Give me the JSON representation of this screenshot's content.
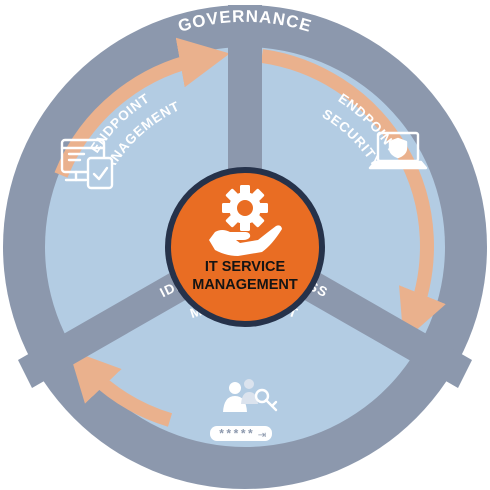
{
  "diagram": {
    "outer_label": "GOVERNANCE",
    "center": {
      "line1": "IT SERVICE",
      "line2": "MANAGEMENT",
      "icon": "gear-hand-icon"
    },
    "segments": [
      {
        "line1": "ENDPOINT",
        "line2": "MANAGEMENT",
        "icon": "devices-icon"
      },
      {
        "line1": "ENDPOINT",
        "line2": "SECURITY",
        "icon": "laptop-shield-icon"
      },
      {
        "line1": "IDENTITY AND ACCESS",
        "line2": "MANAGEMENT",
        "icon": "users-key-password-icon"
      }
    ],
    "password_field": "*****",
    "colors": {
      "outer_ring": "#8c98ad",
      "segment_fill": "#b3cce3",
      "arrow": "#eab18d",
      "center": "#e96d23",
      "center_border": "#26324a"
    }
  }
}
